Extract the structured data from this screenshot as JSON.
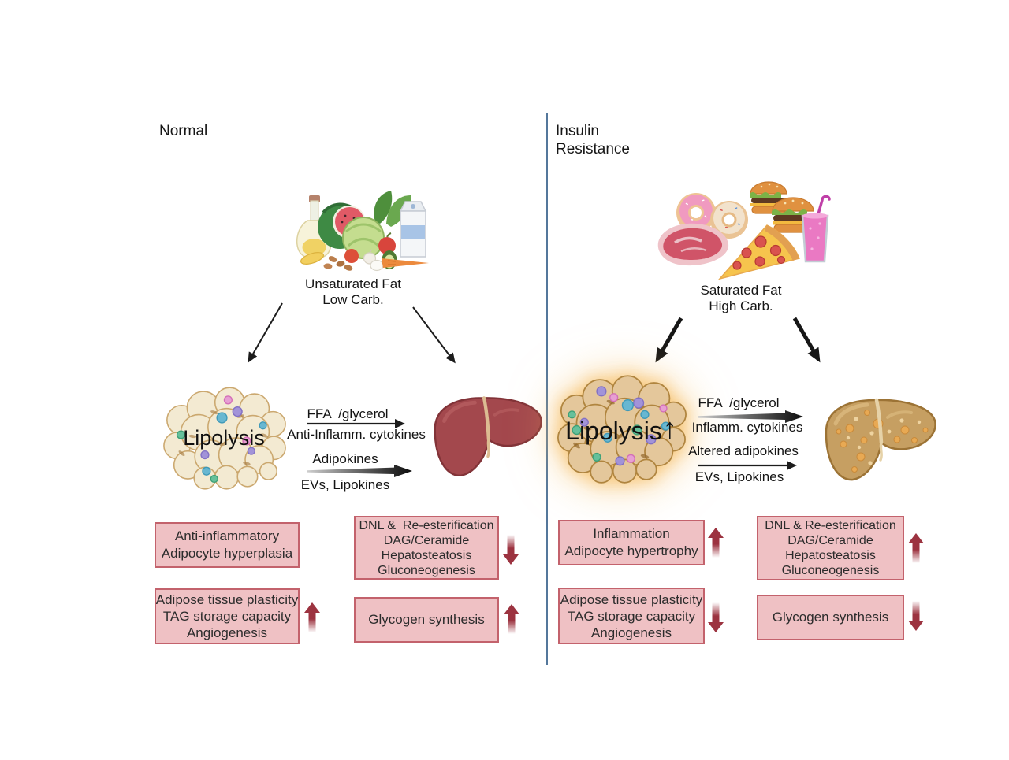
{
  "figure": {
    "type": "lipolysis-comparison-diagram",
    "left_panel": "Normal state",
    "right_panel": "Insulin Resistance state"
  },
  "colors": {
    "divider": "#54779b",
    "box_fill": "#efc1c4",
    "box_border": "#c3626c",
    "trend_arrow_red": "#9c3340",
    "healthy_liver": "#a3484d",
    "fatty_liver": "#c69f62",
    "adipose_normal": "#f3ead2",
    "adipose_ir": "#e4c79b",
    "glow_orange": "#f6be64"
  },
  "left": {
    "title": "Normal",
    "food_caption_line1": "Unsaturated Fat",
    "food_caption_line2": "Low Carb.",
    "adipose_label": "Lipolysis",
    "flows": [
      {
        "above": "FFA  /glycerol",
        "below": "Anti-Inflamm. cytokines",
        "arrow_style": "thin"
      },
      {
        "above": "Adipokines",
        "below": "EVs, Lipokines",
        "arrow_style": "thick-gradient"
      }
    ],
    "boxes": [
      {
        "lines": [
          "Anti-inflammatory",
          "Adipocyte hyperplasia"
        ],
        "trend": "none"
      },
      {
        "lines": [
          "DNL &  Re-esterification",
          "DAG/Ceramide",
          "Hepatosteatosis",
          "Gluconeogenesis"
        ],
        "trend": "down"
      },
      {
        "lines": [
          "Adipose tissue plasticity",
          "TAG storage capacity",
          "Angiogenesis"
        ],
        "trend": "up"
      },
      {
        "lines": [
          "Glycogen synthesis"
        ],
        "trend": "up"
      }
    ]
  },
  "right": {
    "title_line1": "Insulin",
    "title_line2": "Resistance",
    "food_caption_line1": "Saturated Fat",
    "food_caption_line2": "High Carb.",
    "adipose_label": "Lipolysis",
    "adipose_trend_glyph": "↑",
    "flows": [
      {
        "above": "FFA  /glycerol",
        "below": "Inflamm. cytokines",
        "arrow_style": "thick-gradient"
      },
      {
        "above": "Altered adipokines",
        "below": "EVs, Lipokines",
        "arrow_style": "thin"
      }
    ],
    "boxes": [
      {
        "lines": [
          "Inflammation",
          "Adipocyte hypertrophy"
        ],
        "trend": "up"
      },
      {
        "lines": [
          "DNL & Re-esterification",
          "DAG/Ceramide",
          "Hepatosteatosis",
          "Gluconeogenesis"
        ],
        "trend": "up"
      },
      {
        "lines": [
          "Adipose tissue plasticity",
          "TAG storage capacity",
          "Angiogenesis"
        ],
        "trend": "down"
      },
      {
        "lines": [
          "Glycogen synthesis"
        ],
        "trend": "down"
      }
    ]
  }
}
